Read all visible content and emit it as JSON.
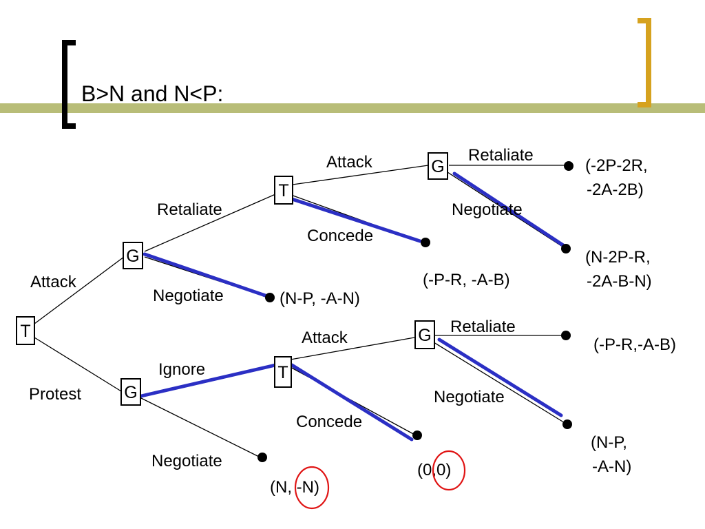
{
  "title": "B>N and N<P:",
  "colors": {
    "olive_rule": "#b8bd78",
    "gold_bracket": "#d6a21e",
    "equilibrium_path": "#2b2fc4",
    "highlight_circle": "#e01414"
  },
  "nodes": {
    "root": "T",
    "g_upper": "G",
    "t_upper": "T",
    "g_upper_right": "G",
    "g_lower": "G",
    "t_lower": "T",
    "g_lower_right": "G"
  },
  "edges": {
    "attack": "Attack",
    "protest": "Protest",
    "upper_retaliate": "Retaliate",
    "upper_negotiate": "Negotiate",
    "upper_t_attack": "Attack",
    "upper_t_concede": "Concede",
    "upper_g_retaliate": "Retaliate",
    "upper_g_negotiate": "Negotiate",
    "lower_ignore": "Ignore",
    "lower_negotiate": "Negotiate",
    "lower_t_attack": "Attack",
    "lower_t_concede": "Concede",
    "lower_g_retaliate": "Retaliate",
    "lower_g_negotiate": "Negotiate"
  },
  "payoffs": {
    "upper_retaliate_1": "(-2P-2R,",
    "upper_retaliate_2": "-2A-2B)",
    "upper_negotiate_1": "(N-2P-R,",
    "upper_negotiate_2": "-2A-B-N)",
    "upper_concede": "(-P-R, -A-B)",
    "upper_g_negotiate": "(N-P, -A-N)",
    "lower_retaliate": "(-P-R,-A-B)",
    "lower_negotiate_1": "(N-P,",
    "lower_negotiate_2": "-A-N)",
    "lower_concede": "(0,0)",
    "lower_g_negotiate": "(N, -N)"
  }
}
